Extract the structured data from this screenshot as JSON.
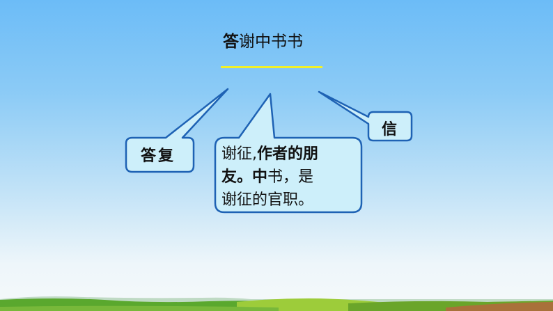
{
  "slide": {
    "title_first_char": "答",
    "title_rest": "谢中书书",
    "underline_color": "#f2f028",
    "callouts": [
      {
        "id": "reply",
        "text": "答复"
      },
      {
        "id": "xiezheng",
        "line1_normal": "谢征,",
        "line1_bold": "作者的朋",
        "line2_bold": "友。中",
        "line2_normal": "书，是",
        "line3": "谢征的官职。"
      },
      {
        "id": "letter",
        "text": "信"
      }
    ],
    "colors": {
      "callout_fill": "#cdeffa",
      "callout_border": "#1e62b4",
      "sky_top": "#6cbcf7"
    }
  }
}
